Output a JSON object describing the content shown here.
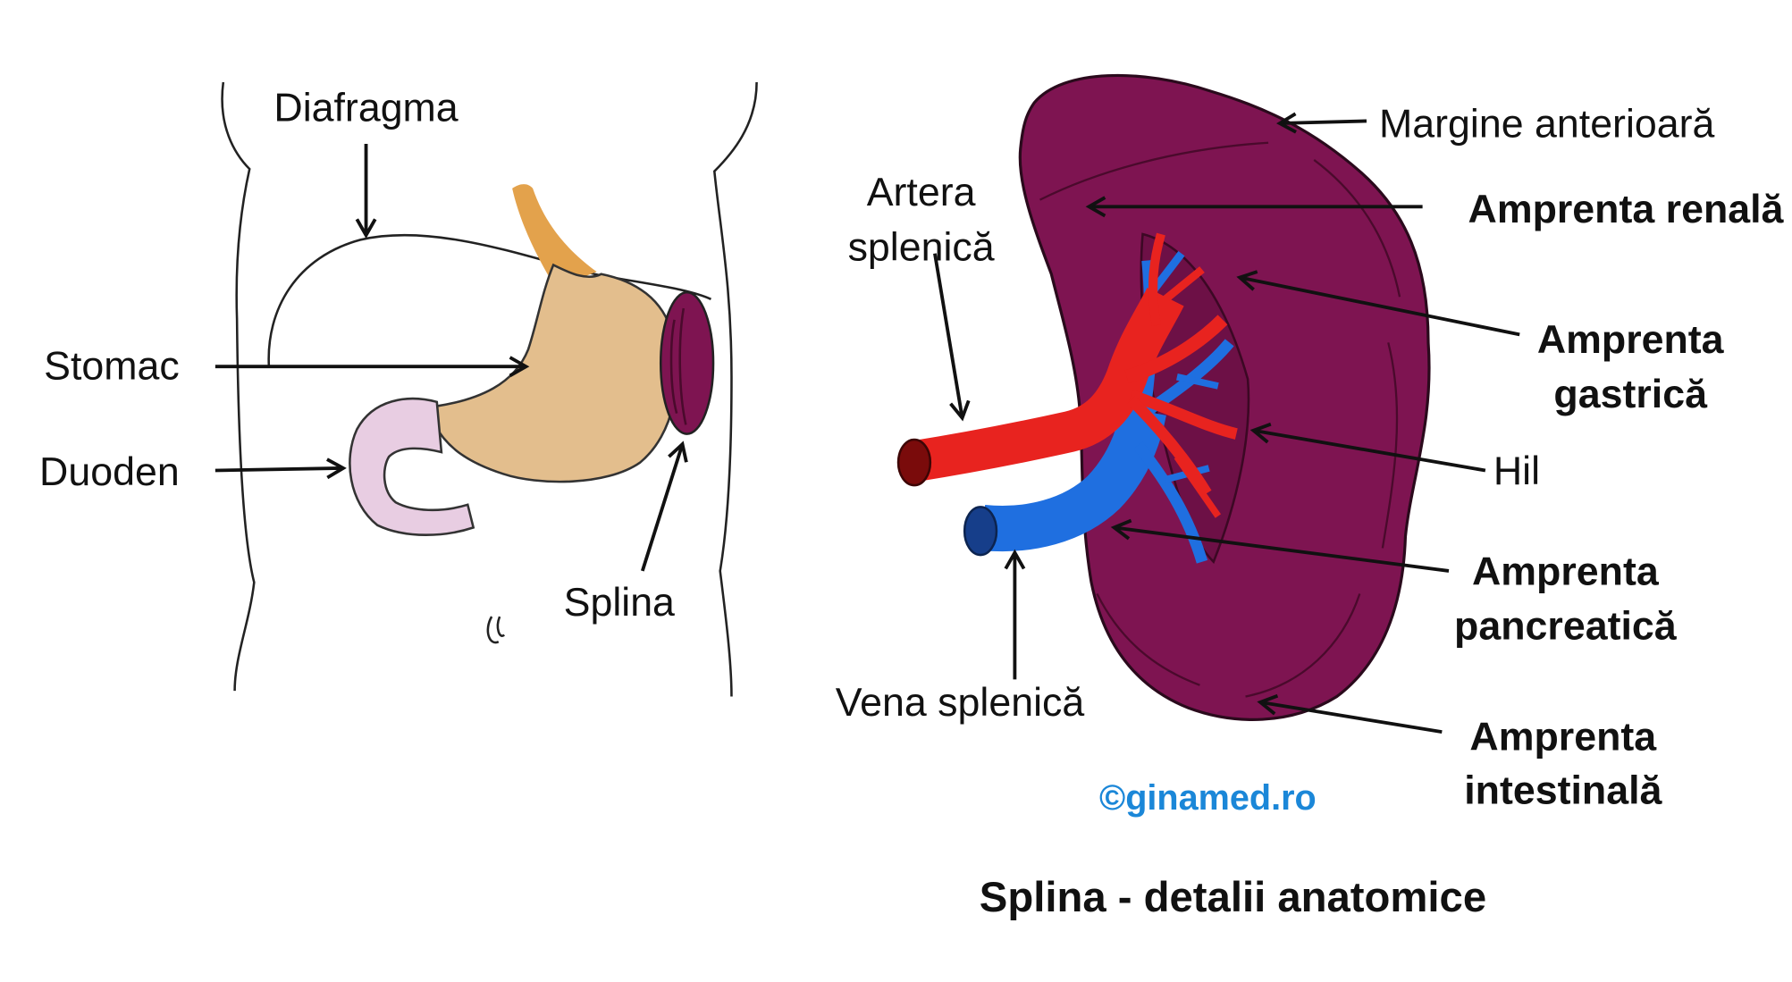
{
  "figure": {
    "left_panel": {
      "labels": {
        "diafragma": "Diafragma",
        "stomac": "Stomac",
        "duoden": "Duoden",
        "splina": "Splina"
      }
    },
    "right_panel": {
      "labels": {
        "margine_anterioara": "Margine anterioară",
        "amprenta_renala": "Amprenta renală",
        "artera_splenica": [
          "Artera",
          "splenică"
        ],
        "amprenta_gastrica": [
          "Amprenta",
          "gastrică"
        ],
        "hil": "Hil",
        "amprenta_pancreatica": [
          "Amprenta",
          "pancreatică"
        ],
        "vena_splenica": "Vena splenică",
        "amprenta_intestinala": [
          "Amprenta",
          "intestinală"
        ]
      },
      "watermark": "©ginamed.ro",
      "title": "Splina - detalii anatomice"
    },
    "colors": {
      "spleen": "#7E1451",
      "artery": "#E8231F",
      "vein": "#1F6FE0",
      "stomach": "#E3BE8D",
      "esophagus": "#E3A24C",
      "duodenum": "#E8CDE2",
      "watermark": "#1B87D8"
    }
  }
}
